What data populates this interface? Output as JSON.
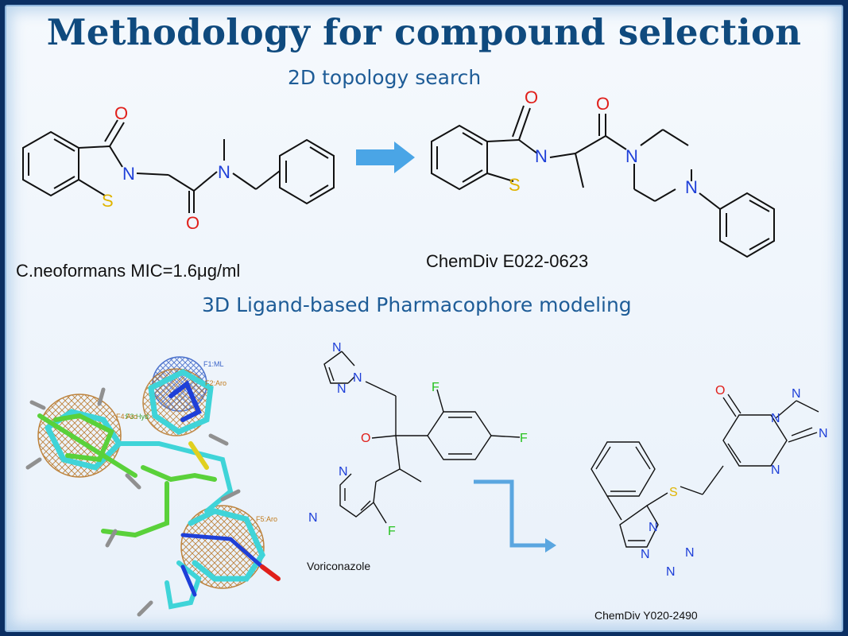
{
  "title": "Methodology for compound selection",
  "topology_heading": "2D topology search",
  "pharmacophore_heading": "3D Ligand-based Pharmacophore modeling",
  "left_compound_caption": "C.neoformans MIC=1.6μg/ml",
  "right_compound_caption": "ChemDiv E022-0623",
  "voriconazole_caption": "Voriconazole",
  "bottom_right_caption": "ChemDiv Y020-2490",
  "atoms": {
    "oxygen": "O",
    "nitrogen": "N",
    "sulfur": "S",
    "fluorine": "F"
  },
  "pharmacophore_features": [
    "F1:ML",
    "F2:Aro",
    "F3:Hyd",
    "F4:Aro",
    "F5:Aro"
  ],
  "colors": {
    "title": "#0f4a7e",
    "heading": "#1e5c97",
    "oxygen": "#e0201b",
    "nitrogen": "#1e3fd8",
    "sulfur": "#e0b400",
    "fluorine": "#27c21f",
    "arrow": "#4aa5e6"
  }
}
